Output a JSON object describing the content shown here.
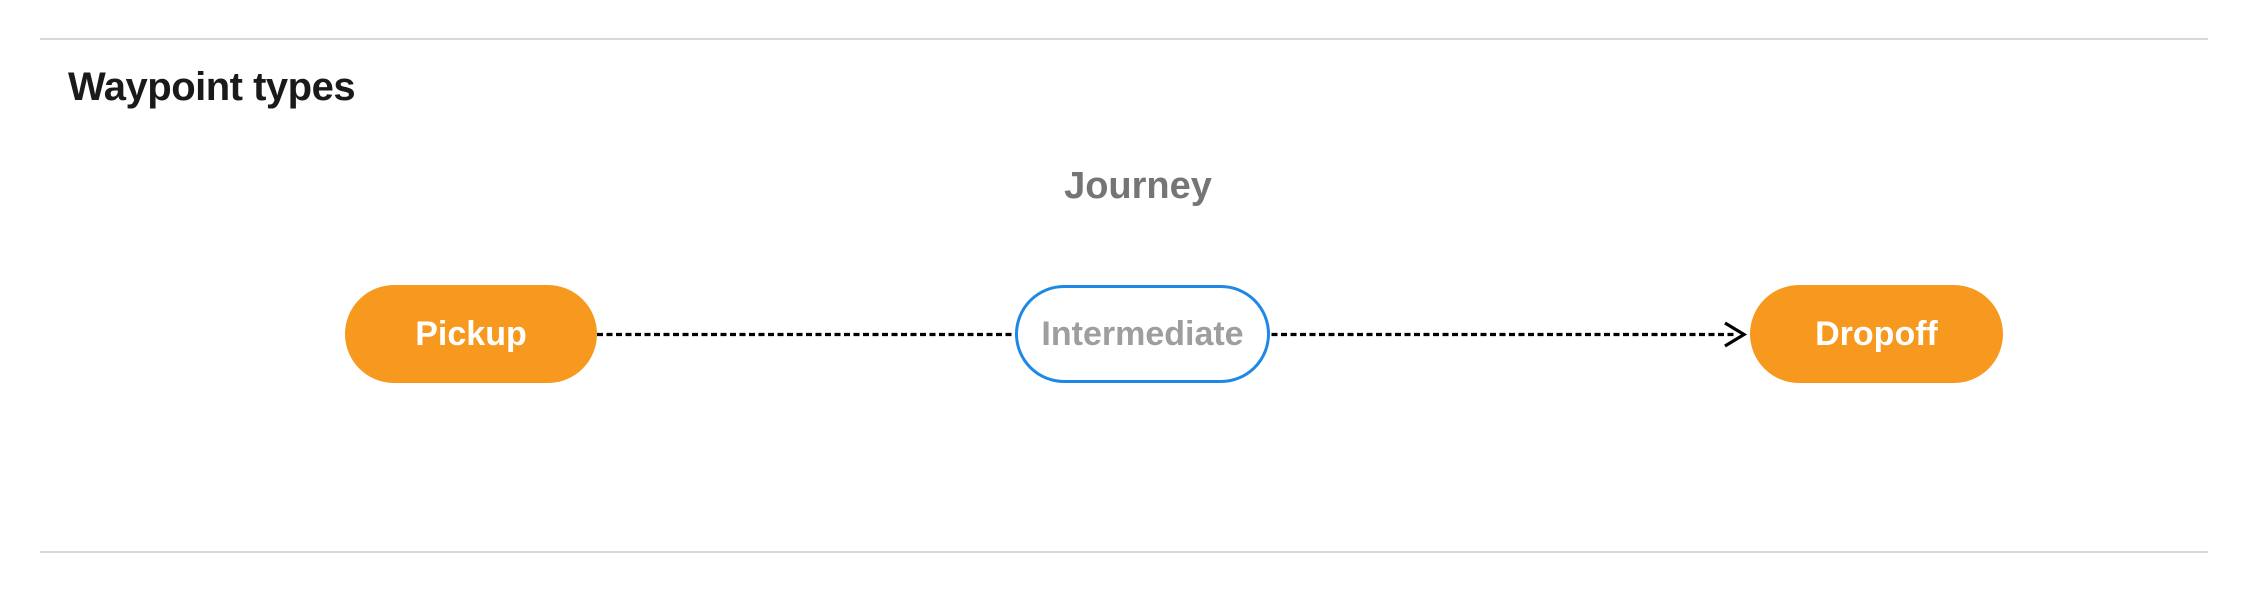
{
  "header": {
    "title": "Waypoint types"
  },
  "diagram": {
    "label": "Journey",
    "nodes": [
      {
        "label": "Pickup",
        "kind": "terminal-filled"
      },
      {
        "label": "Intermediate",
        "kind": "intermediate-outlined"
      },
      {
        "label": "Dropoff",
        "kind": "terminal-filled"
      }
    ],
    "connector": {
      "style": "dashed",
      "direction": "left-to-right",
      "from": "Pickup",
      "through": "Intermediate",
      "to": "Dropoff",
      "arrowhead": "end-right"
    }
  },
  "colors": {
    "accent_orange": "#F6991E",
    "accent_blue": "#1E88E5",
    "terminal_text": "#FFFFFF",
    "intermediate_text": "#9E9E9E",
    "journey_label": "#757575",
    "heading": "#1A1A1A",
    "divider": "#D9D9D9",
    "connector": "#000000",
    "background": "#FFFFFF"
  }
}
